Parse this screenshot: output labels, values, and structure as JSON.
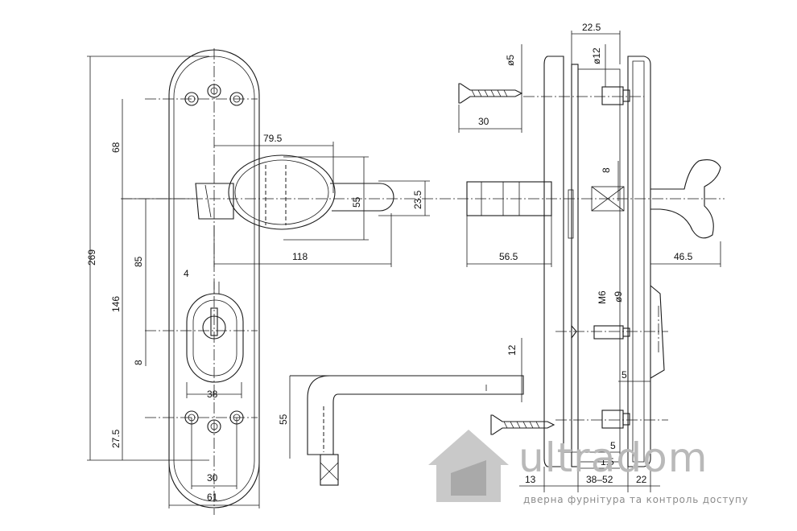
{
  "dimensions": {
    "total_height": "269",
    "upper_height": "68",
    "lower_height": "146",
    "cyl_offset": "85",
    "bottom_height": "27.5",
    "small_8": "8",
    "slot_width": "4",
    "hole_spacing": "38",
    "screw_spacing": "30",
    "plate_width": "61",
    "knob_offset": "79.5",
    "knob_height": "55",
    "knob_reach": "118",
    "handle_diameter": "23.5",
    "screw_dia": "ø5",
    "screw_length": "30",
    "sleeve_width": "22.5",
    "pin_dia": "ø12",
    "spindle_square": "8",
    "outside_projection": "56.5",
    "inside_projection": "46.5",
    "thread": "M6",
    "bolt_dia": "ø9",
    "offset_5a": "5",
    "offset_5b": "5",
    "lever_thickness": "12",
    "lever_height": "55",
    "gap_1_5": "1.5",
    "plate_13": "13",
    "door_range": "38–52",
    "plate_22": "22"
  },
  "logo": {
    "wordmark": "ultradom",
    "tagline": "дверна фурнітура та контроль доступу"
  }
}
